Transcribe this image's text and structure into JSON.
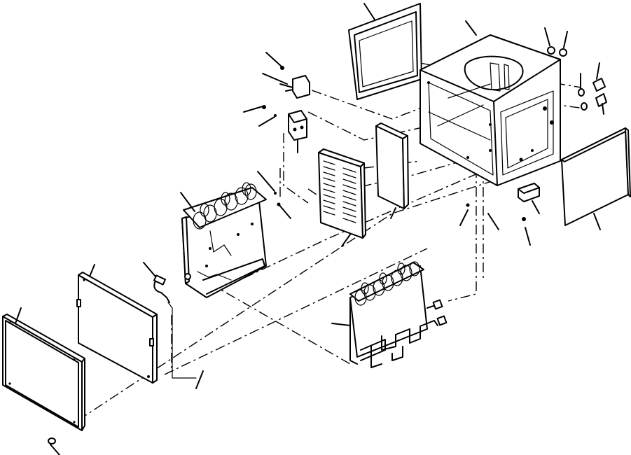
{
  "figure": {
    "kind": "exploded-parts-diagram",
    "line_color": "#000000",
    "background": "#ffffff",
    "parts": [
      "rear-cover-panel",
      "inner-cover-plate",
      "heater-core",
      "evaporator-core-with-tubes",
      "louvered-grille",
      "filter-panel",
      "upper-case-panel",
      "unit-housing",
      "side-cover-panel",
      "valve-block",
      "solenoid-valve",
      "relay",
      "thermostat-sensor",
      "clip-fittings"
    ]
  }
}
